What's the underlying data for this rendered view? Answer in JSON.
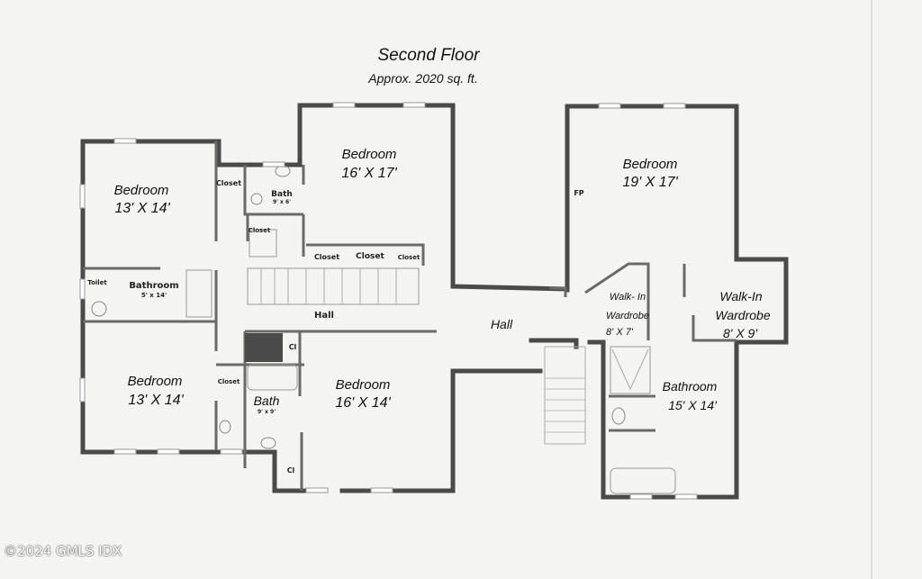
{
  "title": "Second Floor",
  "subtitle": "Approx. 2020 sq. ft.",
  "rooms": {
    "bedroom_nw": {
      "name": "Bedroom",
      "size": "13' X 14'"
    },
    "bedroom_n": {
      "name": "Bedroom",
      "size": "16' X 17'"
    },
    "bedroom_ne": {
      "name": "Bedroom",
      "size": "19' X 17'"
    },
    "bedroom_sw": {
      "name": "Bedroom",
      "size": "13' X 14'"
    },
    "bedroom_s": {
      "name": "Bedroom",
      "size": "16' X 14'"
    },
    "bathroom_w": {
      "name": "Bathroom",
      "size": "5' x 14'"
    },
    "toilet": "Toilet",
    "bath_n": {
      "name": "Bath",
      "size": "9' x 6'"
    },
    "bath_s": {
      "name": "Bath",
      "size": "9' x 9'"
    },
    "walkin_1": {
      "name1": "Walk- In",
      "name2": "Wardrobe",
      "size": "8' X 7'"
    },
    "walkin_2": {
      "name1": "Walk-In",
      "name2": "Wardrobe",
      "size": "8' X 9'"
    },
    "bathroom_master": {
      "name": "Bathroom",
      "size": "15' X 14'"
    },
    "closet": "Closet",
    "cl": "Cl",
    "fp": "FP",
    "hall": "Hall"
  },
  "watermark": "©2024 GMLS IDX"
}
